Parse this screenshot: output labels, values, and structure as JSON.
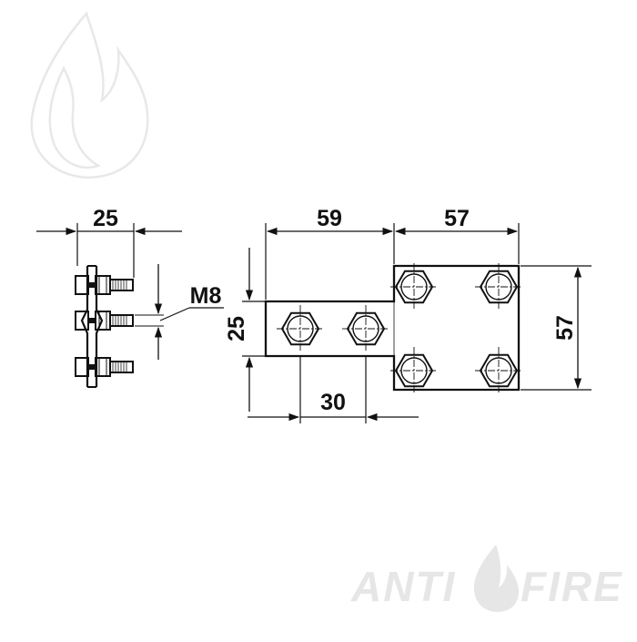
{
  "drawing": {
    "dimensions": {
      "side_width": "25",
      "lug_length": "59",
      "plate_width": "57",
      "lug_height": "25",
      "plate_height": "57",
      "bolt_spacing": "30",
      "bolt_size": "M8"
    }
  },
  "watermark": {
    "brand_left": "ANTI",
    "brand_right": "FIRE",
    "icon": "flame-icon"
  },
  "colors": {
    "line": "#111111",
    "watermark": "#e6e6e6"
  }
}
